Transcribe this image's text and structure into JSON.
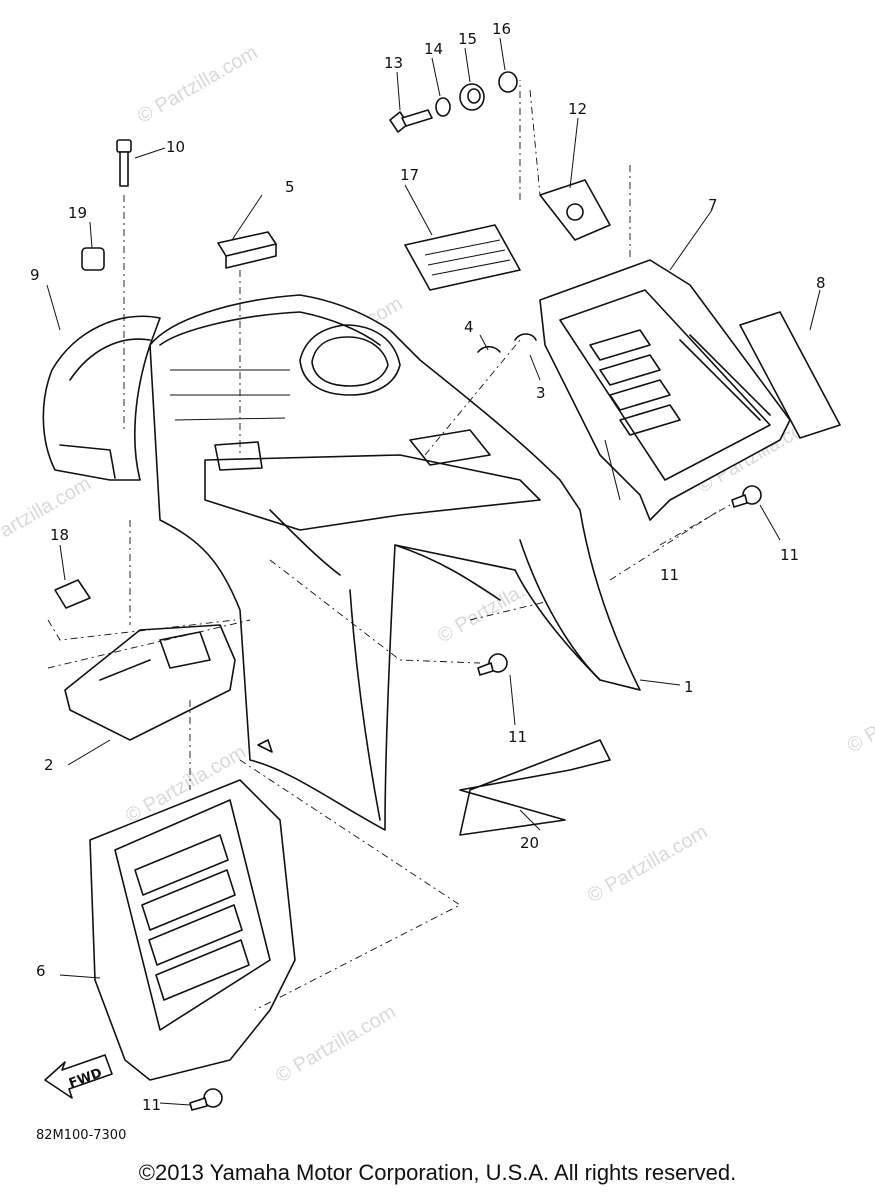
{
  "callouts": [
    "1",
    "2",
    "3",
    "4",
    "5",
    "6",
    "7",
    "8",
    "9",
    "10",
    "11",
    "11",
    "11",
    "11",
    "12",
    "13",
    "14",
    "15",
    "16",
    "17",
    "18",
    "19",
    "20"
  ],
  "watermark": "© Partzilla.com",
  "fwd_label": "FWD",
  "diagram_code": "82M100-7300",
  "copyright": "©2013 Yamaha Motor Corporation, U.S.A. All rights reserved."
}
